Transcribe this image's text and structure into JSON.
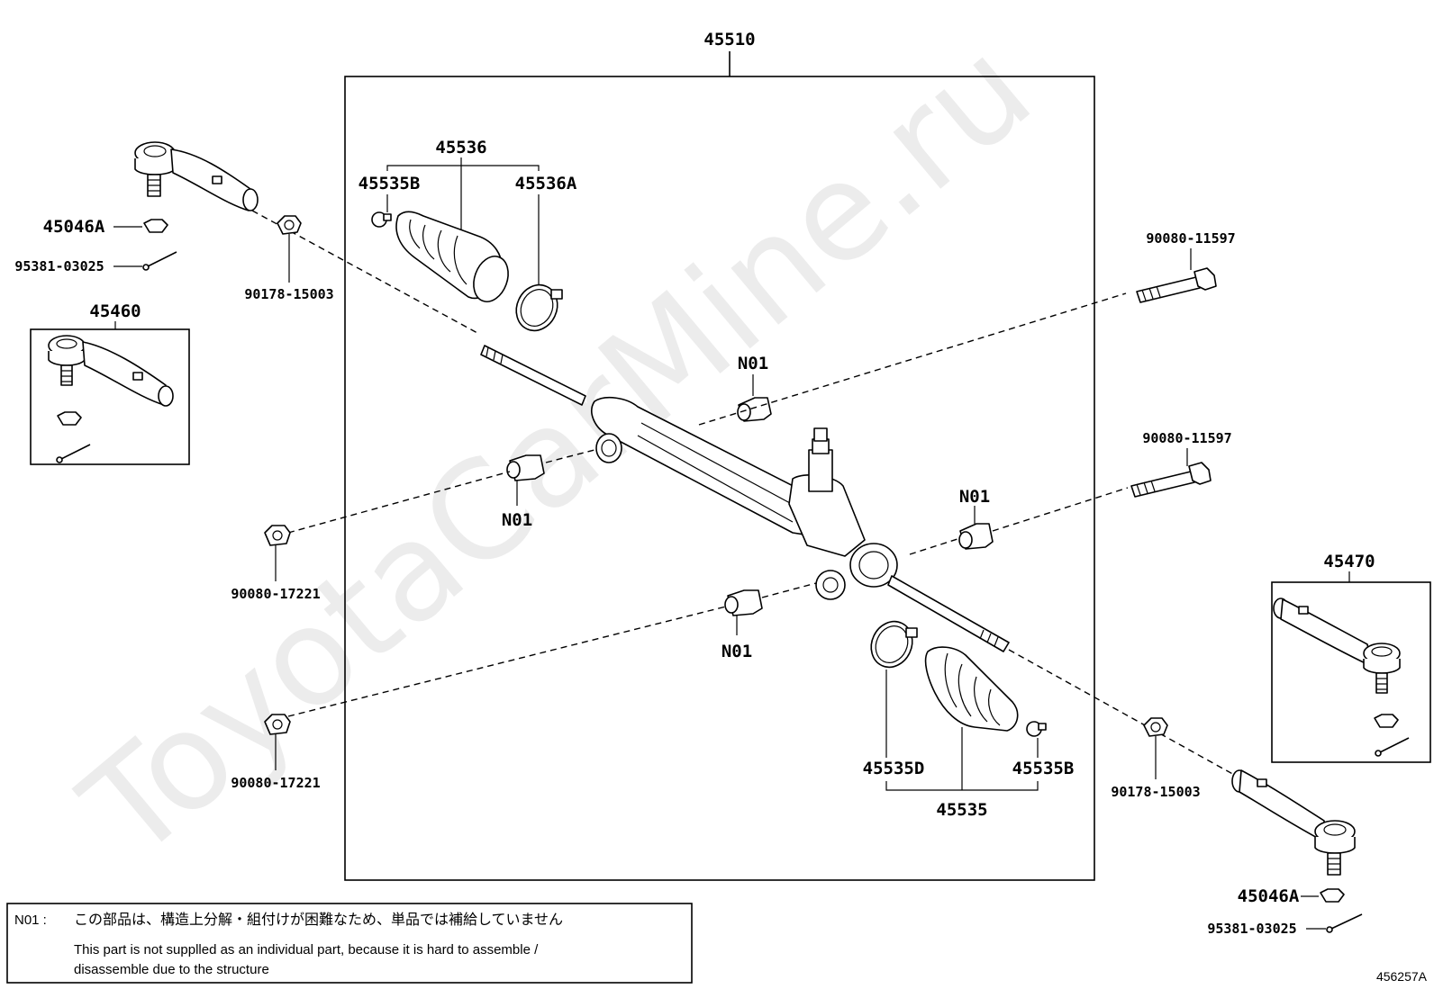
{
  "watermark": "ToyotaCarMine.ru",
  "figure_number": "456257A",
  "labels": {
    "assembly": "45510",
    "boot_kit_left": "45536",
    "clamp_left_small": "45535B",
    "clamp_left_large": "45536A",
    "tie_rod_end_left": "45460",
    "tie_rod_end_right": "45470",
    "nut_left": "45046A",
    "nut_right": "45046A",
    "cotter_pin_left": "95381-03025",
    "cotter_pin_right": "95381-03025",
    "lock_nut_left": "90178-15003",
    "lock_nut_right": "90178-15003",
    "bolt_upper": "90080-11597",
    "bolt_middle": "90080-11597",
    "nut_mount_upper": "90080-17221",
    "nut_mount_lower": "90080-17221",
    "bushing_upper_right": "N01",
    "bushing_left": "N01",
    "bushing_right": "N01",
    "bushing_lower": "N01",
    "boot_kit_right": "45535",
    "clamp_right_large": "45535D",
    "clamp_right_small": "45535B"
  },
  "note": {
    "code": "N01 :",
    "japanese": "この部品は、構造上分解・組付けが困難なため、単品では補給していません",
    "english_line1": "This part is not supplled as an individual part, because it is hard to assemble /",
    "english_line2": "disassemble  due to the structure"
  },
  "icons": [
    "tie-rod-end-icon",
    "steering-rack-icon",
    "boot-icon",
    "clamp-icon",
    "bolt-icon",
    "nut-icon",
    "bushing-icon",
    "cotter-pin-icon"
  ]
}
